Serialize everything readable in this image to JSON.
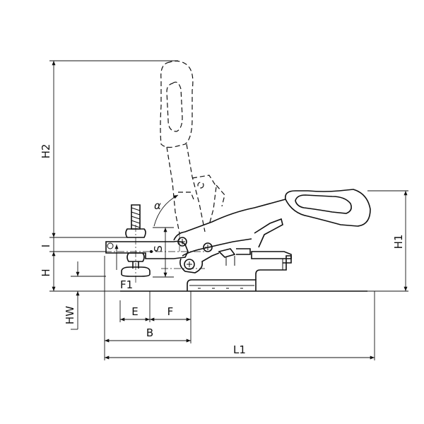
{
  "labels": {
    "h2": "H2",
    "h1": "H1",
    "i": "I",
    "h": "H",
    "s": "S",
    "alpha": "α",
    "f1": "F1",
    "hw": "HW",
    "e": "E",
    "f": "F",
    "b": "B",
    "l1": "L1"
  }
}
